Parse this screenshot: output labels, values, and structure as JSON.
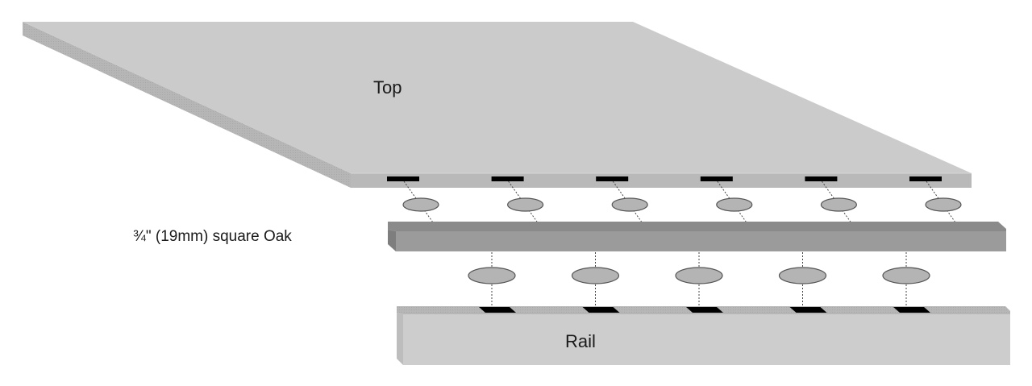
{
  "diagram": {
    "title": "Biscuit-joined table top, oak strip and rail (exploded view)",
    "labels": {
      "top": "Top",
      "oak": "¾\" (19mm) square Oak",
      "rail": "Rail"
    },
    "parts": [
      {
        "id": "top",
        "name": "Top"
      },
      {
        "id": "oak-strip",
        "name": "¾\" (19mm) square Oak"
      },
      {
        "id": "rail",
        "name": "Rail"
      }
    ],
    "upper_biscuit_count": 6,
    "lower_biscuit_count": 5,
    "colors": {
      "top_face": "#cbcbcb",
      "top_edge": "#b9b9b9",
      "oak_top": "#8a8a8a",
      "oak_front": "#9b9b9b",
      "rail_top": "#b3b3b3",
      "rail_front": "#cdcdcd",
      "biscuit": "#b4b4b4",
      "slot": "#000000",
      "dashes": "#444444"
    }
  }
}
